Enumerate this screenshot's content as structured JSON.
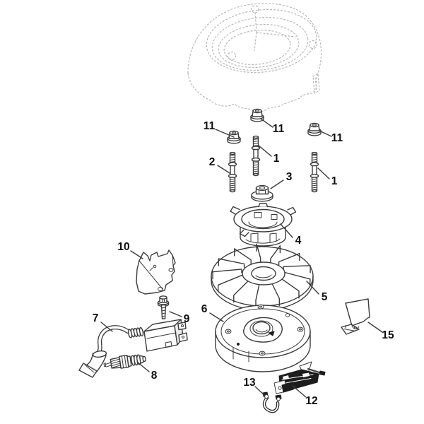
{
  "diagram": {
    "kind": "exploded-parts-diagram",
    "background_color": "#ffffff",
    "line_color": "#3b3b3b",
    "ghost_line_color": "#b6b6b6",
    "label_color": "#0e0e0e",
    "callouts": [
      {
        "label": "11",
        "part": "sleeve"
      },
      {
        "label": "11",
        "part": "sleeve"
      },
      {
        "label": "11",
        "part": "sleeve"
      },
      {
        "label": "1",
        "part": "stud"
      },
      {
        "label": "2",
        "part": "stud"
      },
      {
        "label": "1",
        "part": "stud"
      },
      {
        "label": "3",
        "part": "flange-nut"
      },
      {
        "label": "4",
        "part": "starter-cup"
      },
      {
        "label": "5",
        "part": "flywheel"
      },
      {
        "label": "6",
        "part": "cover-plate"
      },
      {
        "label": "10",
        "part": "bracket"
      },
      {
        "label": "9",
        "part": "flange-bolt"
      },
      {
        "label": "7",
        "part": "ignition-coil"
      },
      {
        "label": "8",
        "part": "spark-plug"
      },
      {
        "label": "13",
        "part": "ground-wire"
      },
      {
        "label": "12",
        "part": "stop-switch"
      },
      {
        "label": "15",
        "part": "retaining-plate"
      }
    ]
  }
}
